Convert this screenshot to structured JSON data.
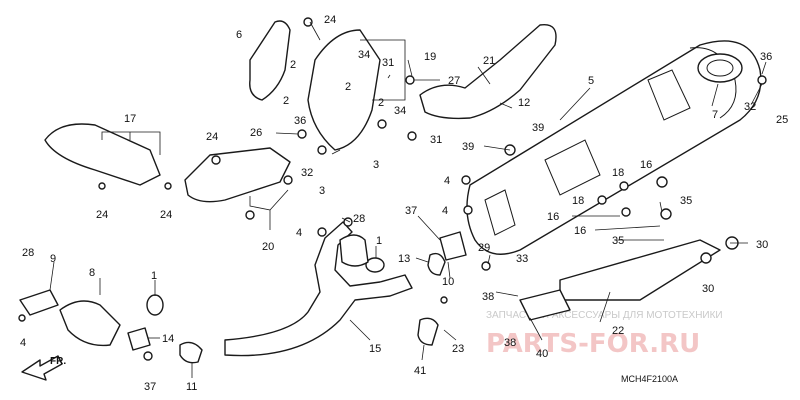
{
  "diagram": {
    "code": "MCH4F2100A",
    "direction": "FR.",
    "watermark_title": "ЗАПЧАСТИ И АКСЕССУАРЫ ДЛЯ МОТОТЕХНИКИ",
    "watermark_brand": "PARTS-FOR.RU"
  },
  "callouts": [
    "1",
    "2",
    "3",
    "4",
    "5",
    "6",
    "7",
    "8",
    "9",
    "10",
    "11",
    "12",
    "13",
    "14",
    "15",
    "16",
    "17",
    "18",
    "19",
    "20",
    "21",
    "22",
    "23",
    "24",
    "25",
    "26",
    "27",
    "28",
    "29",
    "30",
    "31",
    "32",
    "33",
    "34",
    "35",
    "36",
    "37",
    "38",
    "39",
    "40",
    "41"
  ]
}
